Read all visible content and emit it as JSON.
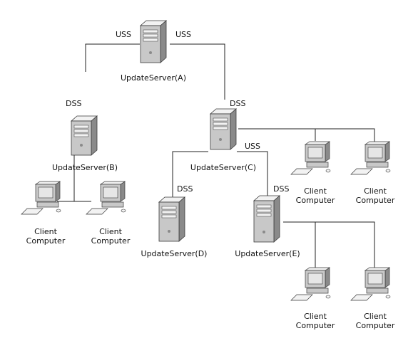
{
  "labels": {
    "uss": "USS",
    "dss": "DSS",
    "client_line1": "Client",
    "client_line2": "Computer"
  },
  "servers": {
    "a": "UpdateServer(A)",
    "b": "UpdateServer(B)",
    "c": "UpdateServer(C)",
    "d": "UpdateServer(D)",
    "e": "UpdateServer(E)"
  },
  "colors": {
    "line": "#222222",
    "device_light": "#f2f2f2",
    "device_mid": "#c8c8c8",
    "device_dark": "#8a8a8a",
    "device_outline": "#3a3a3a",
    "screen": "#e6e6e6"
  }
}
